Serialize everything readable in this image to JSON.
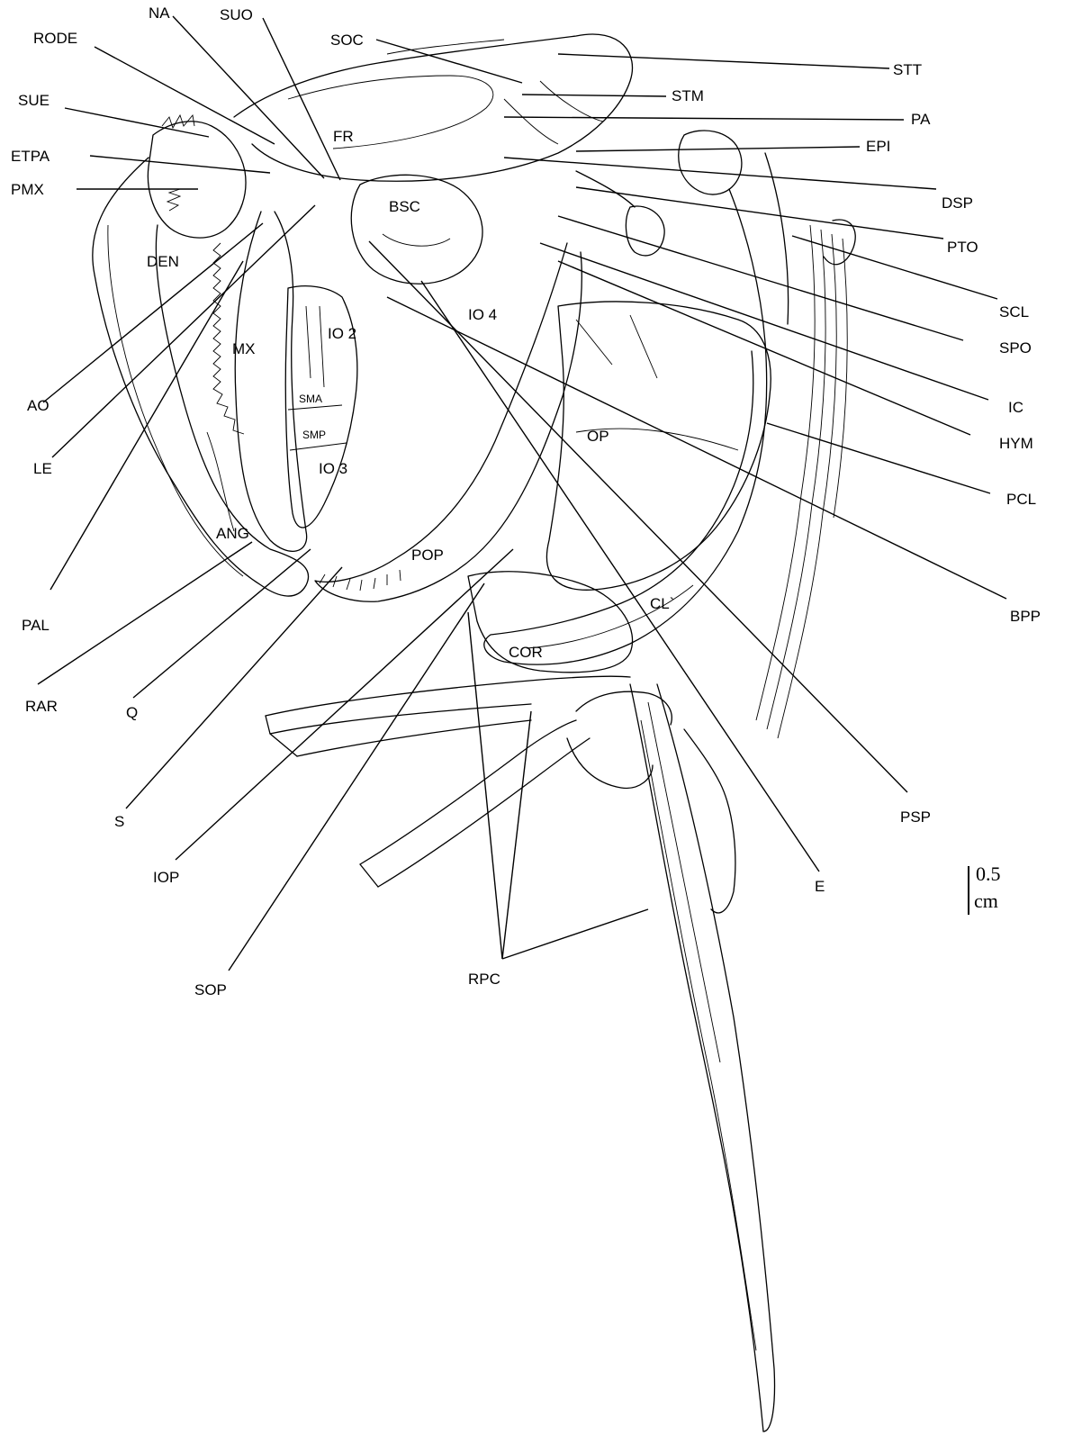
{
  "labels": {
    "NA": "NA",
    "SUO": "SUO",
    "RODE": "RODE",
    "SOC": "SOC",
    "STT": "STT",
    "SUE": "SUE",
    "STM": "STM",
    "PA": "PA",
    "ETPA": "ETPA",
    "FR": "FR",
    "EPI": "EPI",
    "PMX": "PMX",
    "BSC": "BSC",
    "DSP": "DSP",
    "PTO": "PTO",
    "DEN": "DEN",
    "SCL": "SCL",
    "IO4": "IO 4",
    "IO2": "IO 2",
    "SPO": "SPO",
    "MX": "MX",
    "AO": "AO",
    "SMA": "SMA",
    "IC": "IC",
    "SMP": "SMP",
    "OP": "OP",
    "HYM": "HYM",
    "LE": "LE",
    "IO3": "IO 3",
    "PCL": "PCL",
    "ANG": "ANG",
    "POP": "POP",
    "PAL": "PAL",
    "CL": "CL`",
    "BPP": "BPP",
    "COR": "COR",
    "RAR": "RAR",
    "Q": "Q",
    "S": "S",
    "PSP": "PSP",
    "IOP": "IOP",
    "E": "E",
    "SOP": "SOP",
    "RPC": "RPC"
  },
  "scale_bar": {
    "value": "0.5",
    "unit": "cm"
  }
}
